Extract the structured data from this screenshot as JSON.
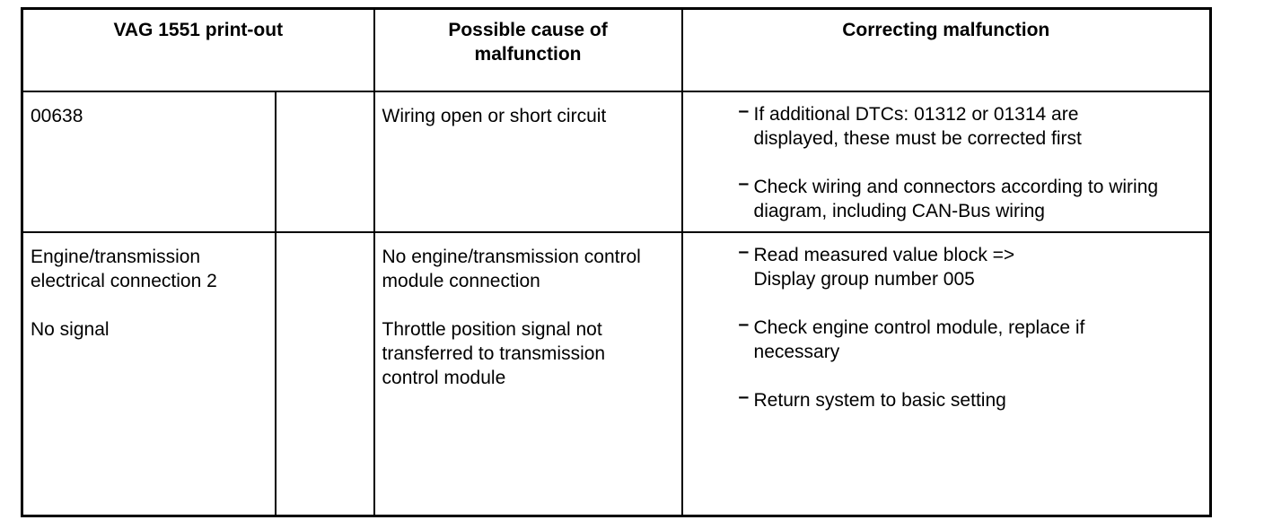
{
  "table": {
    "headers": {
      "printout": "VAG 1551 print-out",
      "cause": "Possible cause of\nmalfunction",
      "correcting": "Correcting malfunction"
    },
    "rows": [
      {
        "code": "00638",
        "subcell": "",
        "cause": "Wiring open or short circuit",
        "corrections": [
          {
            "marker": "–",
            "text": "If additional DTCs: 01312 or 01314 are\ndisplayed, these must be corrected first"
          },
          {
            "marker": "–",
            "text": "Check wiring and connectors according to wiring\ndiagram, including CAN-Bus wiring"
          }
        ]
      },
      {
        "code": "Engine/transmission\nelectrical connection 2\n\nNo signal",
        "subcell": "",
        "cause": "No engine/transmission control\nmodule connection\n\nThrottle position signal not\ntransferred to transmission\ncontrol module",
        "corrections": [
          {
            "marker": "–",
            "text": "Read measured value block =>\nDisplay group number 005"
          },
          {
            "marker": "–",
            "text": "Check engine control module, replace if\nnecessary"
          },
          {
            "marker": "–",
            "text": "Return system to basic setting"
          }
        ]
      }
    ]
  }
}
